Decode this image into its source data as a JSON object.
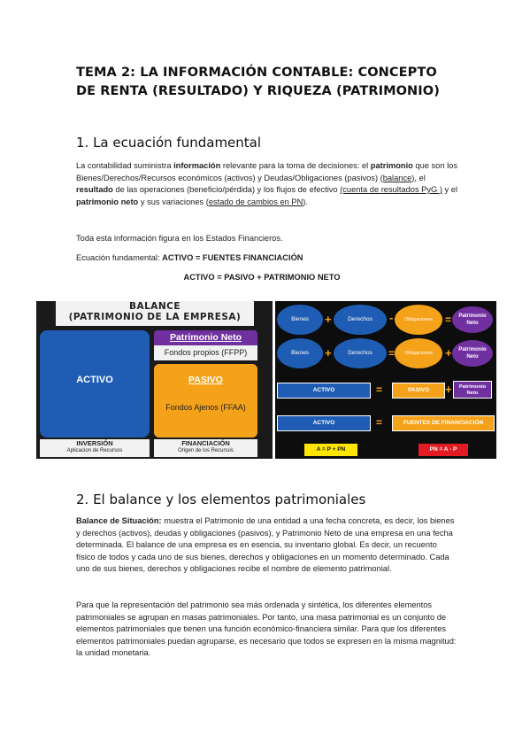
{
  "title": "TEMA 2: LA INFORMACIÓN CONTABLE: CONCEPTO DE RENTA (RESULTADO) Y RIQUEZA (PATRIMONIO)",
  "section1": {
    "heading": "1. La ecuación fundamental",
    "p1": {
      "t1": "La contabilidad suministra ",
      "b1": "información",
      "t2": " relevante para la toma de decisiones: el ",
      "b2": "patrimonio",
      "t3": " que son los Bienes/Derechos/Recursos económicos (activos) y Deudas/Obligaciones (pasivos) ",
      "u1": "(balance)",
      "t4": ", el ",
      "b3": "resultado",
      "t5": " de las operaciones (beneficio/pérdida) y los flujos de efectivo ",
      "u2": "(cuenta de resultados PyG )",
      "t6": " y el ",
      "b4": "patrimonio neto",
      "t7": " y sus variaciones (",
      "u3": "estado de cambios en PN",
      "t8": ")."
    },
    "p2": "Toda esta información figura en los Estados Financieros.",
    "eq1_label": "Ecuación fundamental: ",
    "eq1": "ACTIVO = FUENTES FINANCIACIÓN",
    "eq2": "ACTIVO = PASIVO + PATRIMONIO NETO"
  },
  "balance_diagram": {
    "header_line1": "BALANCE",
    "header_line2": "(PATRIMONIO DE LA EMPRESA)",
    "activo": "ACTIVO",
    "pn_title": "Patrimonio Neto",
    "pn_sub": "Fondos propios (FFPP)",
    "pasivo_title": "PASIVO",
    "pasivo_sub": "Fondos Ajenos (FFAA)",
    "footer_left_title": "INVERSIÓN",
    "footer_left_sub": "Aplicacion de Recursos",
    "footer_right_title": "FINANCIACIÓN",
    "footer_right_sub": "Origen de los Recursos"
  },
  "equation_diagram": {
    "bienes": "Bienes",
    "derechos": "Derechos",
    "obligaciones": "Obligaciones",
    "patrimonio_neto": "Patrimonio Neto",
    "activo": "ACTIVO",
    "pasivo": "PASIVO",
    "fuentes": "FUENTES DE FINANCIACIÓN",
    "formula1": "A = P + PN",
    "formula2": "PN = A - P",
    "plus": "+",
    "minus": "-",
    "equals": "="
  },
  "section2": {
    "heading": "2. El balance y los elementos patrimoniales",
    "p1_bold": "Balance de Situación:",
    "p1": " muestra el Patrimonio de una entidad a una fecha concreta, es decir, los bienes y derechos (activos), deudas y obligaciones (pasivos), y Patrimonio Neto de una empresa en una fecha determinada. El balance de una empresa es en esencia, su inventario global. Es decir, un recuento físico de todos y cada uno de sus bienes, derechos y obligaciones en un momento determinado. Cada uno de sus bienes, derechos y obligaciones recibe el nombre de elemento patrimonial.",
    "p2": "Para que la representación del patrimonio sea más ordenada y sintética, los diferentes elementos patrimoniales se agrupan en masas patrimoniales. Por tanto, una masa patrimonial es un conjunto de elementos patrimoniales que tienen una función económico-financiera similar. Para que los diferentes elementos patrimoniales puedan agruparse, es necesario que todos se expresen en la misma magnitud: la unidad monetaria."
  },
  "colors": {
    "blue": "#1f5db5",
    "orange": "#f5a21b",
    "purple": "#7030a0",
    "yellow": "#ffe600",
    "red": "#e31b23"
  }
}
